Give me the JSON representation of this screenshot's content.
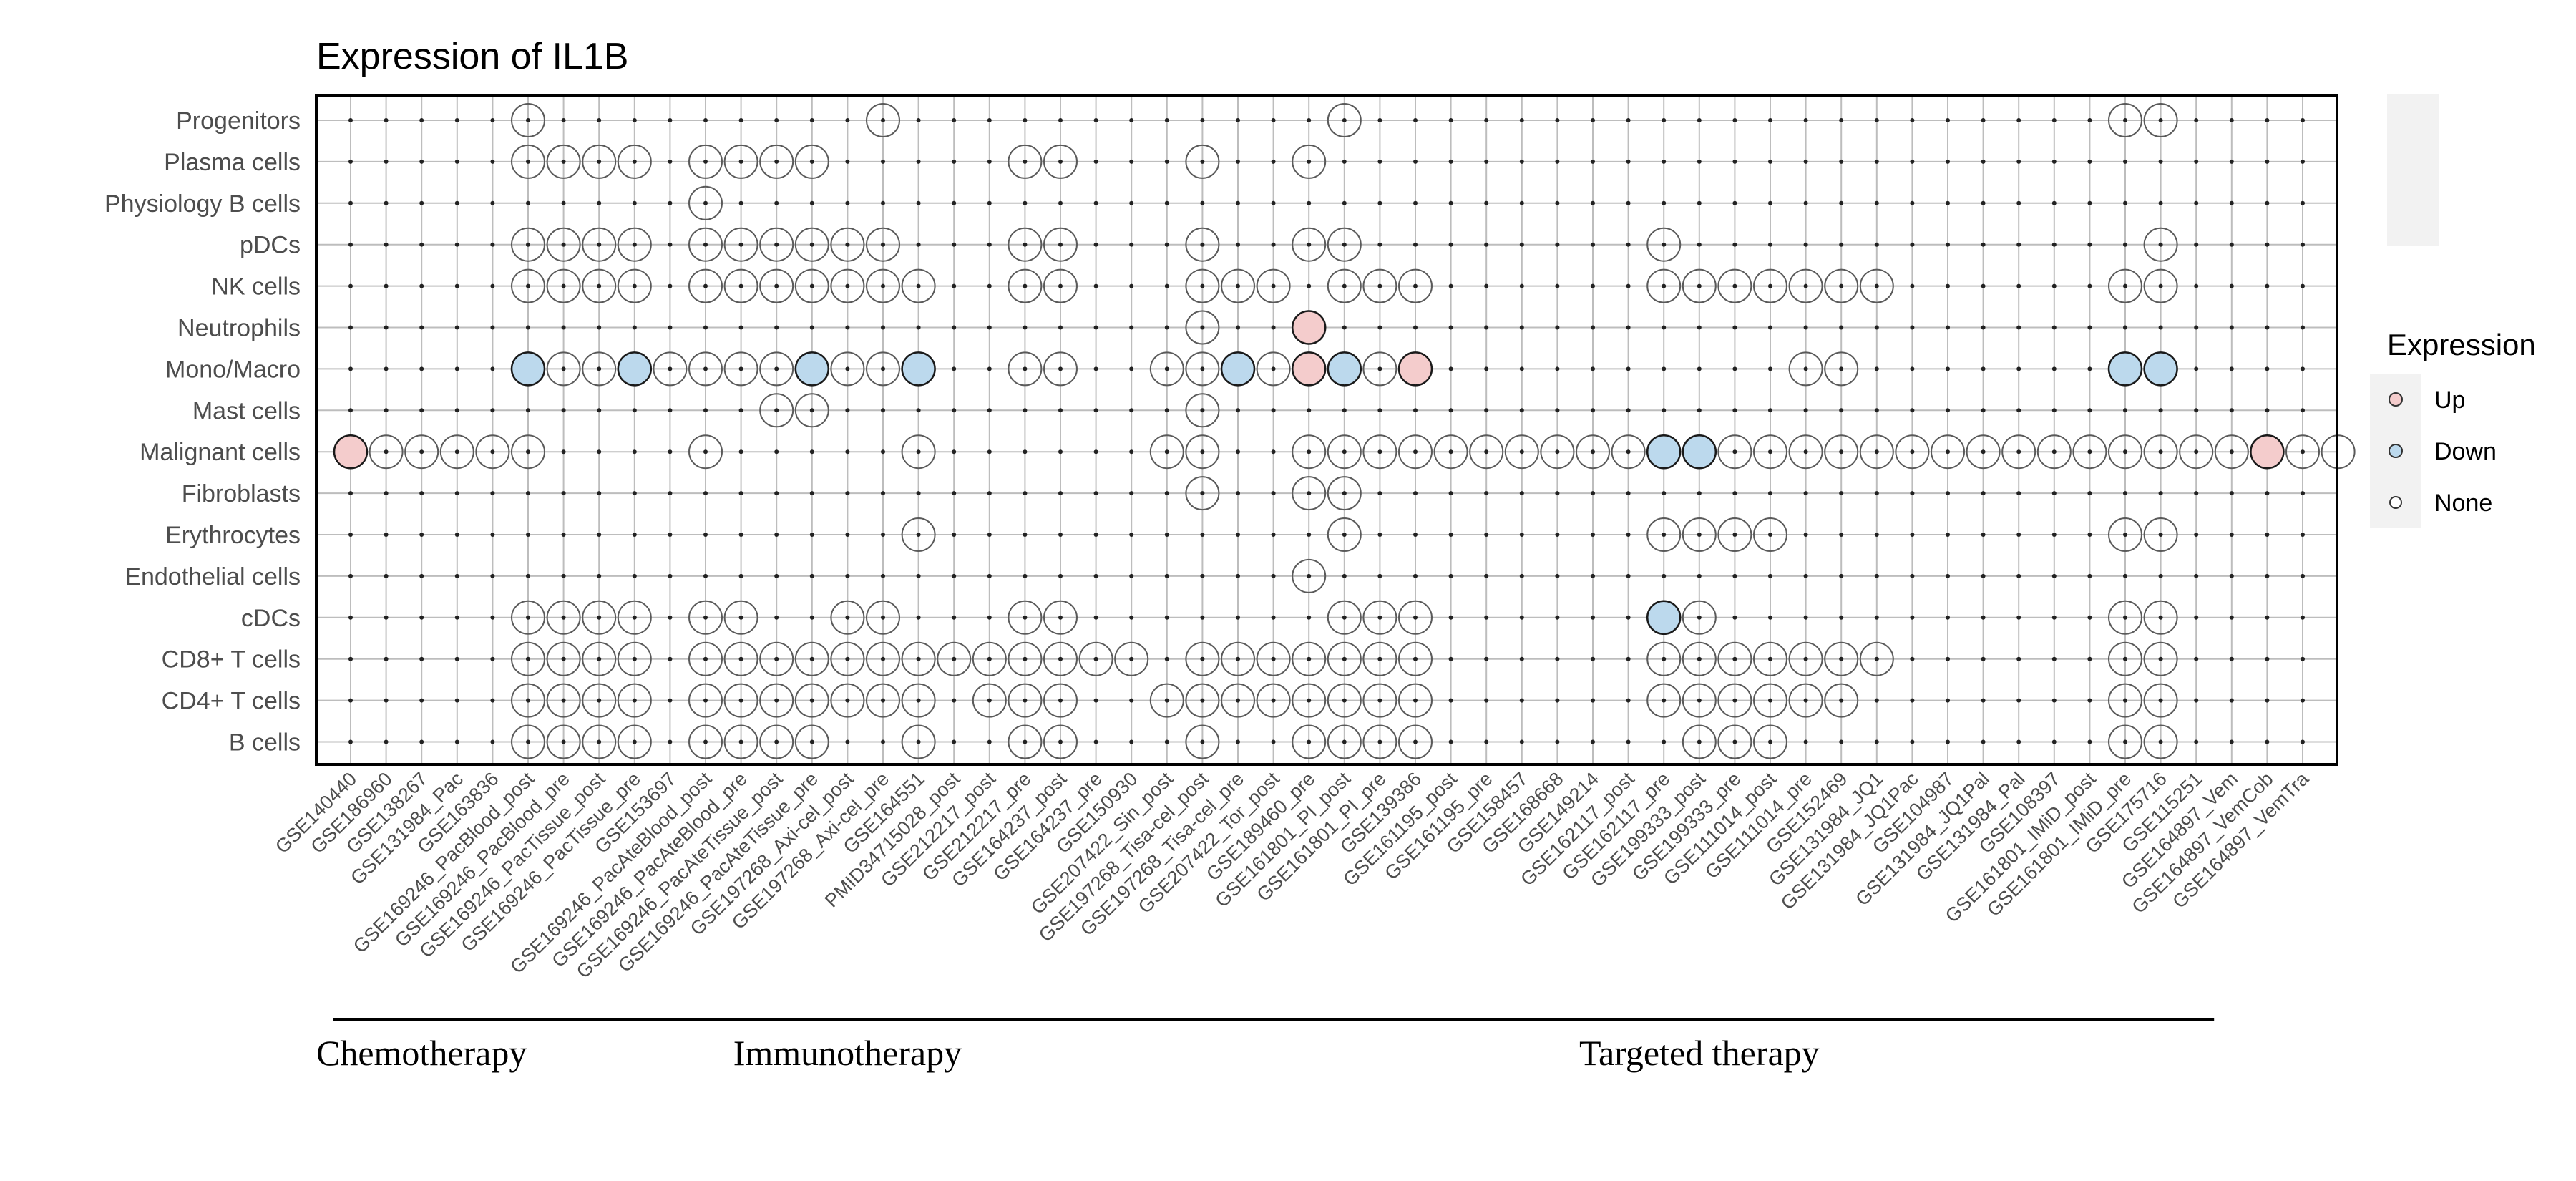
{
  "chart_data": {
    "type": "dot-matrix",
    "title": "Expression of IL1B",
    "rows": [
      "Progenitors",
      "Plasma cells",
      "Physiology B cells",
      "pDCs",
      "NK cells",
      "Neutrophils",
      "Mono/Macro",
      "Mast cells",
      "Malignant cells",
      "Fibroblasts",
      "Erythrocytes",
      "Endothelial cells",
      "cDCs",
      "CD8+ T cells",
      "CD4+ T cells",
      "B cells"
    ],
    "columns": [
      "GSE140440",
      "GSE186960",
      "GSE138267",
      "GSE131984_Pac",
      "GSE163836",
      "GSE169246_PacBlood_post",
      "GSE169246_PacBlood_pre",
      "GSE169246_PacTissue_post",
      "GSE169246_PacTissue_pre",
      "GSE153697",
      "GSE169246_PacAteBlood_post",
      "GSE169246_PacAteBlood_pre",
      "GSE169246_PacAteTissue_post",
      "GSE169246_PacAteTissue_pre",
      "GSE197268_Axi-cel_post",
      "GSE197268_Axi-cel_pre",
      "GSE164551",
      "PMID34715028_post",
      "GSE212217_post",
      "GSE212217_pre",
      "GSE164237_post",
      "GSE164237_pre",
      "GSE150930",
      "GSE207422_Sin_post",
      "GSE197268_Tisa-cel_post",
      "GSE197268_Tisa-cel_pre",
      "GSE207422_Tor_post",
      "GSE189460_pre",
      "GSE161801_PI_post",
      "GSE161801_PI_pre",
      "GSE139386",
      "GSE161195_post",
      "GSE161195_pre",
      "GSE158457",
      "GSE168668",
      "GSE149214",
      "GSE162117_post",
      "GSE162117_pre",
      "GSE199333_post",
      "GSE199333_pre",
      "GSE111014_post",
      "GSE111014_pre",
      "GSE152469",
      "GSE131984_JQ1",
      "GSE131984_JQ1Pac",
      "GSE104987",
      "GSE131984_JQ1Pal",
      "GSE131984_Pal",
      "GSE108397",
      "GSE161801_IMiD_post",
      "GSE161801_IMiD_pre",
      "GSE175716",
      "GSE115251",
      "GSE164897_Vem",
      "GSE164897_VemCob",
      "GSE164897_VemTra"
    ],
    "cells": [
      {
        "row": "Progenitors",
        "cols": [
          5,
          15,
          28,
          50,
          51
        ],
        "up": [],
        "down": []
      },
      {
        "row": "Plasma cells",
        "cols": [
          5,
          6,
          7,
          8,
          10,
          11,
          12,
          13,
          19,
          20,
          24,
          27
        ],
        "up": [],
        "down": []
      },
      {
        "row": "Physiology B cells",
        "cols": [
          10
        ],
        "up": [],
        "down": []
      },
      {
        "row": "pDCs",
        "cols": [
          5,
          6,
          7,
          8,
          10,
          11,
          12,
          13,
          14,
          15,
          19,
          20,
          24,
          27,
          28,
          37,
          51
        ],
        "up": [],
        "down": []
      },
      {
        "row": "NK cells",
        "cols": [
          5,
          6,
          7,
          8,
          10,
          11,
          12,
          13,
          14,
          15,
          16,
          19,
          20,
          24,
          25,
          26,
          28,
          29,
          30,
          37,
          38,
          39,
          40,
          41,
          42,
          43,
          50,
          51
        ],
        "up": [],
        "down": []
      },
      {
        "row": "Neutrophils",
        "cols": [
          24,
          27
        ],
        "up": [
          27
        ],
        "down": []
      },
      {
        "row": "Mono/Macro",
        "cols": [
          5,
          6,
          7,
          8,
          9,
          10,
          11,
          12,
          13,
          14,
          15,
          16,
          19,
          20,
          23,
          24,
          25,
          26,
          27,
          28,
          29,
          30,
          41,
          42,
          50,
          51
        ],
        "up": [
          27,
          30
        ],
        "down": [
          5,
          8,
          13,
          16,
          25,
          28,
          50,
          51
        ]
      },
      {
        "row": "Mast cells",
        "cols": [
          12,
          13,
          24
        ],
        "up": [],
        "down": []
      },
      {
        "row": "Malignant cells",
        "cols": [
          0,
          1,
          2,
          3,
          4,
          5,
          10,
          16,
          23,
          24,
          27,
          28,
          29,
          30,
          31,
          32,
          33,
          34,
          35,
          36,
          37,
          38,
          39,
          40,
          41,
          42,
          43,
          44,
          45,
          46,
          47,
          48,
          49,
          50,
          51,
          52,
          53,
          54,
          55,
          56
        ],
        "up": [
          0,
          54
        ],
        "down": [
          37,
          38
        ]
      },
      {
        "row": "Fibroblasts",
        "cols": [
          24,
          27,
          28
        ],
        "up": [],
        "down": []
      },
      {
        "row": "Erythrocytes",
        "cols": [
          16,
          28,
          37,
          38,
          39,
          40,
          50,
          51
        ],
        "up": [],
        "down": []
      },
      {
        "row": "Endothelial cells",
        "cols": [
          27
        ],
        "up": [],
        "down": []
      },
      {
        "row": "cDCs",
        "cols": [
          5,
          6,
          7,
          8,
          10,
          11,
          14,
          15,
          19,
          20,
          28,
          29,
          30,
          37,
          38,
          50,
          51
        ],
        "up": [],
        "down": [
          37
        ]
      },
      {
        "row": "CD8+ T cells",
        "cols": [
          5,
          6,
          7,
          8,
          10,
          11,
          12,
          13,
          14,
          15,
          16,
          17,
          18,
          19,
          20,
          21,
          22,
          24,
          25,
          26,
          27,
          28,
          29,
          30,
          37,
          38,
          39,
          40,
          41,
          42,
          43,
          50,
          51
        ],
        "up": [],
        "down": []
      },
      {
        "row": "CD4+ T cells",
        "cols": [
          5,
          6,
          7,
          8,
          10,
          11,
          12,
          13,
          14,
          15,
          16,
          18,
          19,
          20,
          23,
          24,
          25,
          26,
          27,
          28,
          29,
          30,
          37,
          38,
          39,
          40,
          41,
          42,
          50,
          51
        ],
        "up": [],
        "down": []
      },
      {
        "row": "B cells",
        "cols": [
          5,
          6,
          7,
          8,
          10,
          11,
          12,
          13,
          16,
          19,
          20,
          24,
          27,
          28,
          29,
          30,
          38,
          39,
          40,
          50,
          51
        ],
        "up": [],
        "down": []
      }
    ],
    "legend": {
      "title": "Expression",
      "placement": "right",
      "items": [
        {
          "label": "Up",
          "color": "#f4cccc"
        },
        {
          "label": "Down",
          "color": "#bcd9ed"
        },
        {
          "label": "None",
          "color": "#ffffff"
        }
      ]
    },
    "groups": [
      {
        "label": "Chemotherapy",
        "start": 0,
        "end": 4
      },
      {
        "label": "Immunotherapy",
        "start": 5,
        "end": 23
      },
      {
        "label": "Targeted therapy",
        "start": 24,
        "end": 52
      }
    ],
    "colors": {
      "up": "#f4cccc",
      "down": "#bcd9ed",
      "none": "#ffffff",
      "grid": "#bdbdbd",
      "border": "#000000"
    }
  }
}
